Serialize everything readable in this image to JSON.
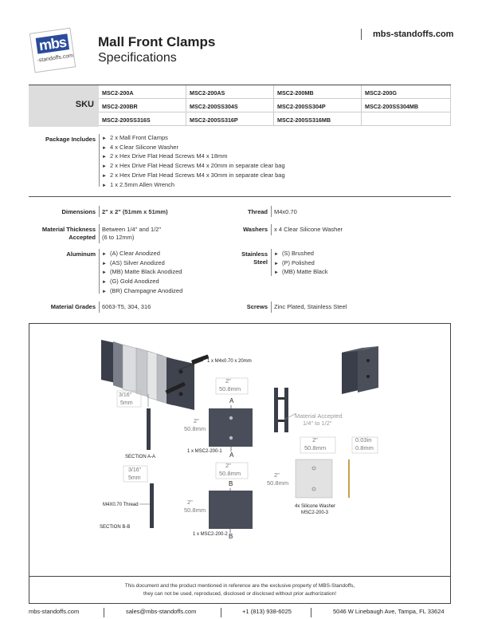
{
  "header": {
    "logo_text": "mbs",
    "logo_sub": "-standoffs.com",
    "title": "Mall Front Clamps",
    "subtitle": "Specifications",
    "website": "mbs-standoffs.com"
  },
  "sku": {
    "label": "SKU",
    "codes": [
      "MSC2-200A",
      "MSC2-200AS",
      "MSC2-200MB",
      "MSC2-200G",
      "MSC2-200BR",
      "MSC2-200SS304S",
      "MSC2-200SS304P",
      "MSC2-200SS304MB",
      "MSC2-200SS316S",
      "MSC2-200SS316P",
      "MSC2-200SS316MB",
      ""
    ]
  },
  "package": {
    "label": "Package Includes",
    "items": [
      "2 x Mall Front Clamps",
      "4 x Clear Silicone Washer",
      "2 x Hex Drive Flat Head Screws M4 x 18mm",
      "2 x Hex Drive Flat Head Screws M4 x 20mm in separate clear bag",
      "2 x Hex Drive Flat Head Screws M4 x 30mm in separate clear bag",
      "1 x 2.5mm Allen Wrench"
    ]
  },
  "specs": {
    "dimensions_label": "Dimensions",
    "dimensions_value": "2\" x 2\" (51mm x 51mm)",
    "thread_label": "Thread",
    "thread_value": "M4x0.70",
    "thickness_label_1": "Material Thickness",
    "thickness_label_2": "Accepted",
    "thickness_value_1": "Between 1/4\" and 1/2\"",
    "thickness_value_2": "(6 to 12mm)",
    "washers_label": "Washers",
    "washers_value": "x 4 Clear Silicone Washer",
    "aluminum_label": "Aluminum",
    "aluminum_items": [
      "(A) Clear Anodized",
      "(AS) Silver Anodized",
      "(MB) Matte Black Anodized",
      "(G) Gold Anodized",
      "(BR) Champagne Anodized"
    ],
    "stainless_label_1": "Stainless",
    "stainless_label_2": "Steel",
    "stainless_items": [
      "(S) Brushed",
      "(P) Polished",
      "(MB) Matte Black"
    ],
    "grades_label": "Material Grades",
    "grades_value": "6063-T5, 304, 316",
    "screws_label": "Screws",
    "screws_value": "Zinc Plated, Stainless Steel"
  },
  "drawing": {
    "screw_note": "1 x M4x0.70 x 20mm",
    "dim_in": "2\"",
    "dim_mm": "50.8mm",
    "section_a_in": "3/16\"",
    "section_a_mm": "5mm",
    "section_a_label": "SECTION A-A",
    "part1_label": "1 x MSC2-200-1",
    "marker_a": "A",
    "marker_b": "B",
    "material_note_1": "Material Accepted",
    "material_note_2": "1/4\" to 1/2\"",
    "washer_thk_in": "0.03in",
    "washer_thk_mm": "0.8mm",
    "washer_label_1": "4x Silicone Washer",
    "washer_label_2": "MSC2-200-3",
    "section_b_in": "3/16\"",
    "section_b_mm": "5mm",
    "thread_note": "M4X0.70 Thread",
    "section_b_label": "SECTION B-B",
    "part2_label": "1 x MSC2-200-2"
  },
  "disclaimer": {
    "line1": "This document and the product mentioned in reference are the exclusive property of MBS-Standoffs,",
    "line2": "they can not be used, reproduced, disclosed or disclosed without prior authorization!"
  },
  "footer": {
    "website": "mbs-standoffs.com",
    "email": "sales@mbs-standoffs.com",
    "phone": "+1 (813) 938-6025",
    "address": "5046 W Linebaugh Ave, Tampa, FL 33624"
  }
}
